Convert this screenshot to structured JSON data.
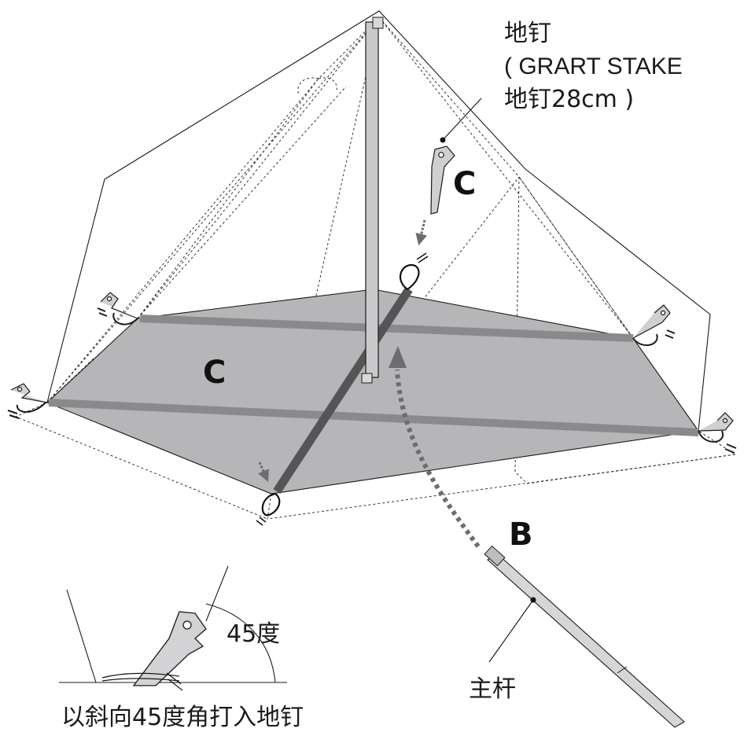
{
  "labels": {
    "stake_title": "地钉",
    "stake_detail_1": "( GRART STAKE",
    "stake_detail_2": "地钉28cm )",
    "letter_c_top": "C",
    "letter_c_floor": "C",
    "letter_b": "B",
    "main_pole": "主杆",
    "angle": "45度",
    "instruction": "以斜向45度角打入地钉"
  },
  "colors": {
    "floor_fill": "#b6b6b8",
    "floor_band": "#8a8a8c",
    "pole_fill": "#c9c9cb",
    "line": "#1a1a1a",
    "arrow": "#6d6d6f"
  }
}
